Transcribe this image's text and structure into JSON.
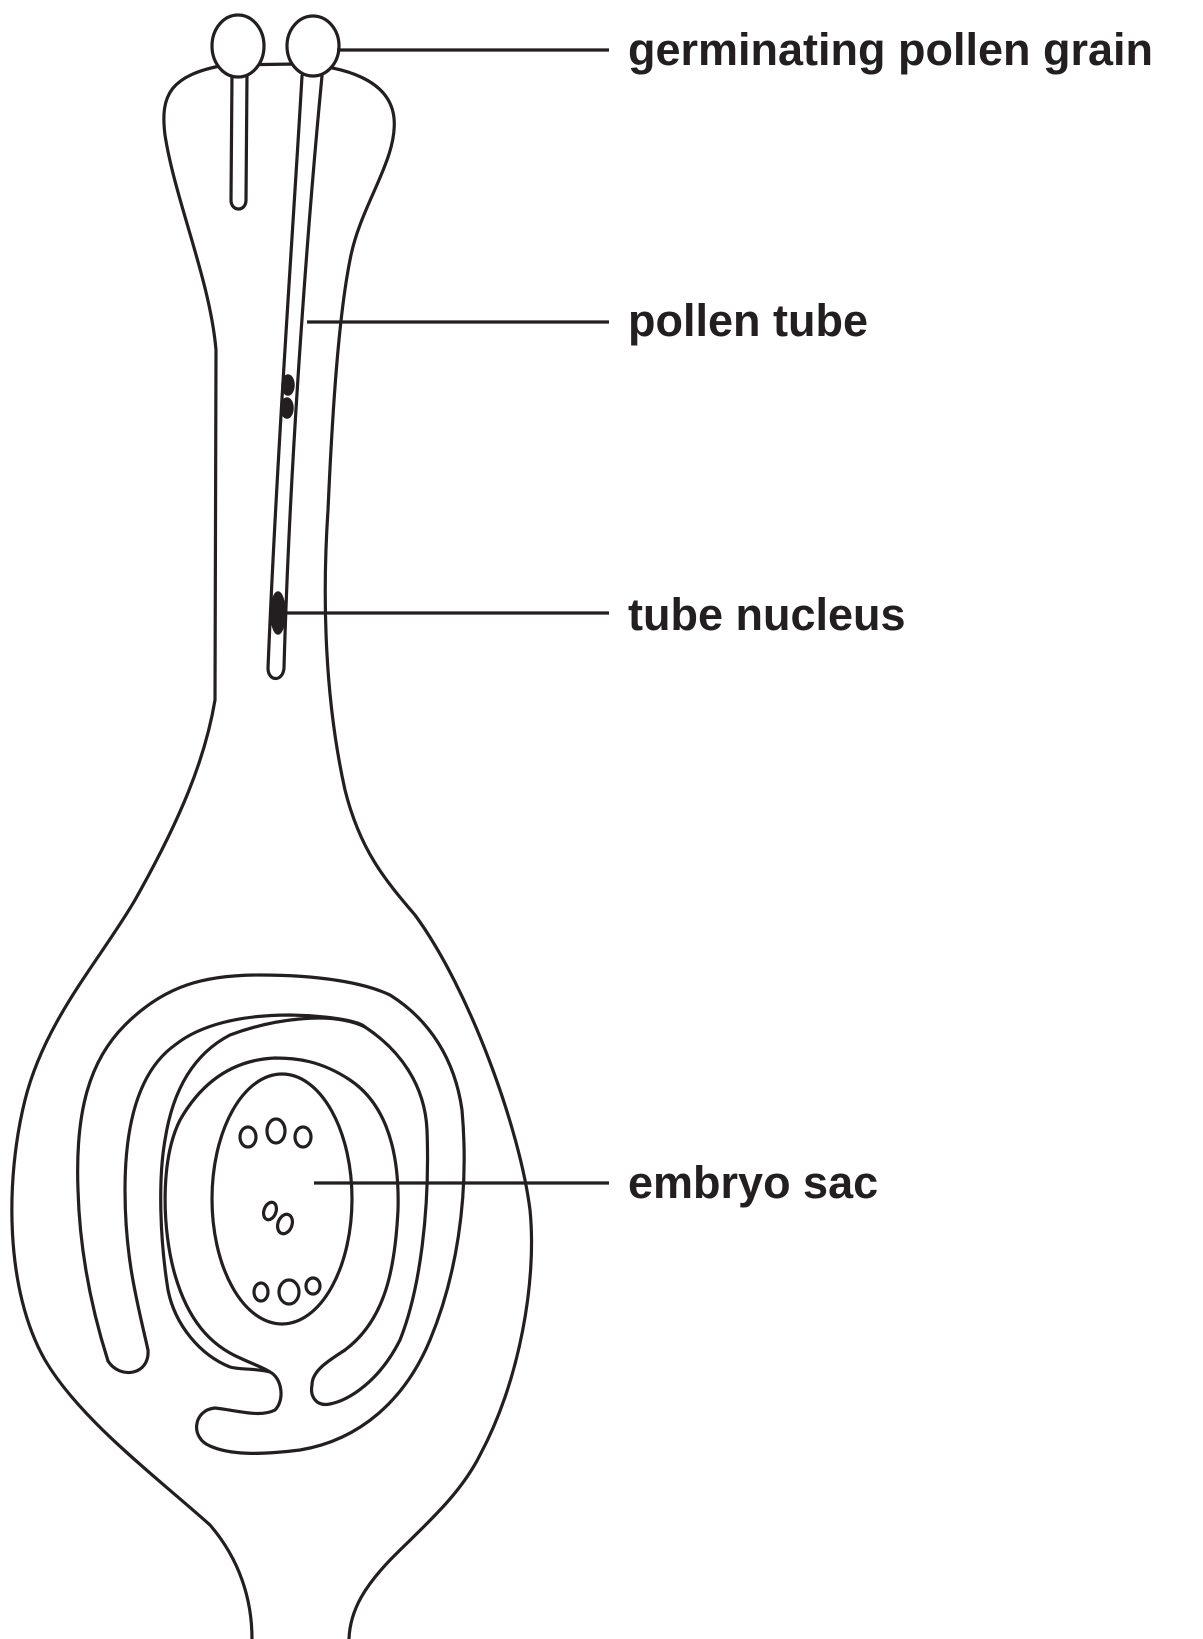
{
  "diagram": {
    "labels": {
      "pollen_grain": "germinating pollen grain",
      "pollen_tube": "pollen tube",
      "tube_nucleus": "tube nucleus",
      "embryo_sac": "embryo sac"
    }
  }
}
